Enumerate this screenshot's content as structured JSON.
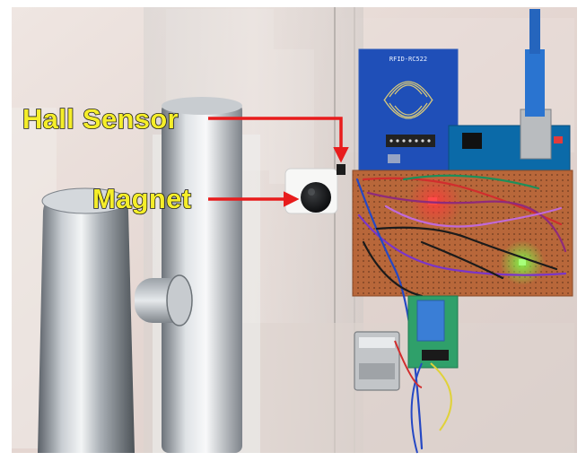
{
  "annotations": {
    "hall_sensor_label": "Hall Sensor",
    "magnet_label": "Magnet",
    "arrow_color": "#e81c1c",
    "label_color": "#f5ee2a"
  },
  "board_labels": {
    "rfid_module_text": "RFID-RC522"
  },
  "scene": {
    "wall_color": "#e7dbd6",
    "glass_tint": "#d9d6d4",
    "handle_color": "#9aa0a6",
    "perfboard_color": "#b8673a",
    "rfid_board_color": "#1f4fb8",
    "arduino_color": "#0b6aa8",
    "relay_color": "#2fa06a"
  }
}
